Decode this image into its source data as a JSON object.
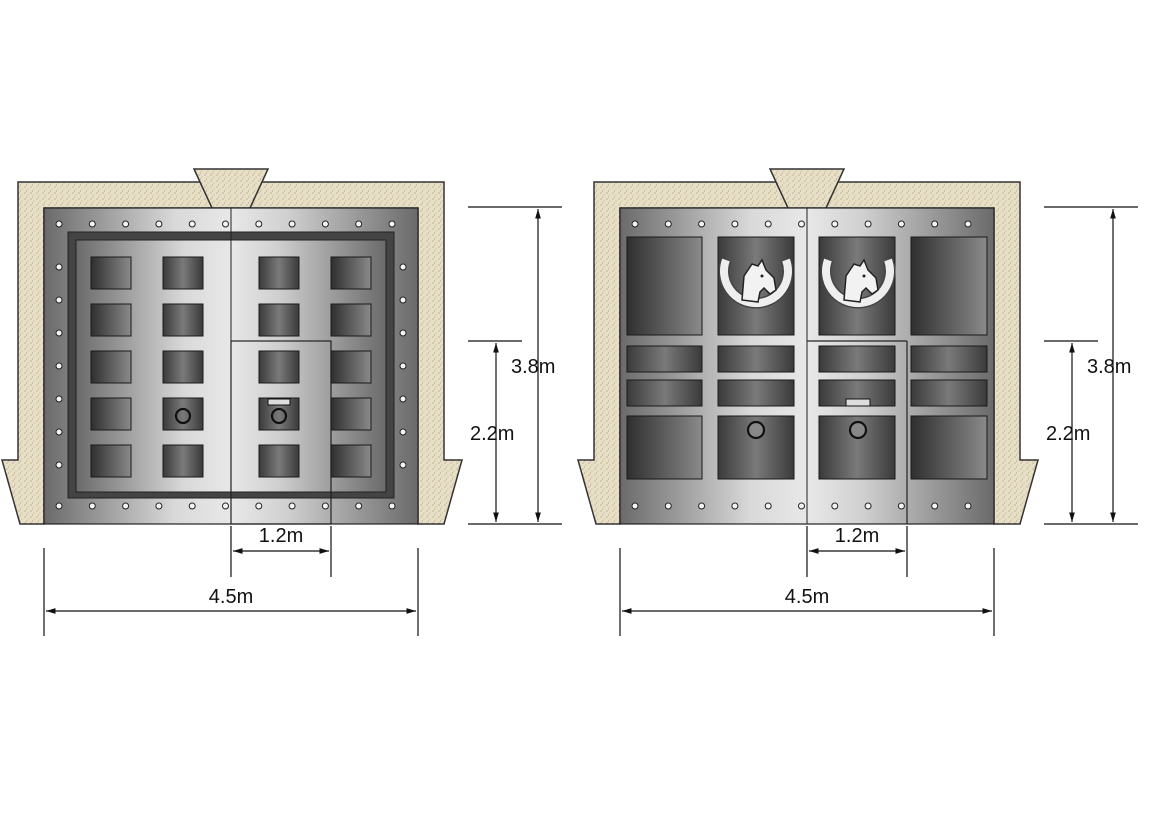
{
  "drawings": [
    {
      "id": "gate-a",
      "style": "paneled",
      "dims": {
        "width_label": "4.5m",
        "door_width_label": "1.2m",
        "height_label": "3.8m",
        "door_height_label": "2.2m"
      }
    },
    {
      "id": "gate-b",
      "style": "horseshoe",
      "dims": {
        "width_label": "4.5m",
        "door_width_label": "1.2m",
        "height_label": "3.8m",
        "door_height_label": "2.2m"
      }
    }
  ],
  "colors": {
    "stone": "#e8dfc7",
    "stone_speckle": "#a8997a",
    "steel_light": "#d8d8d8",
    "steel_mid": "#a0a0a0",
    "steel_dark": "#5a5a5a",
    "panel_dark": "#3c3c3c",
    "outline": "#222222"
  },
  "icons": [
    "rivet-icon",
    "ring-handle-icon",
    "horseshoe-horse-icon",
    "lock-plate-icon"
  ]
}
